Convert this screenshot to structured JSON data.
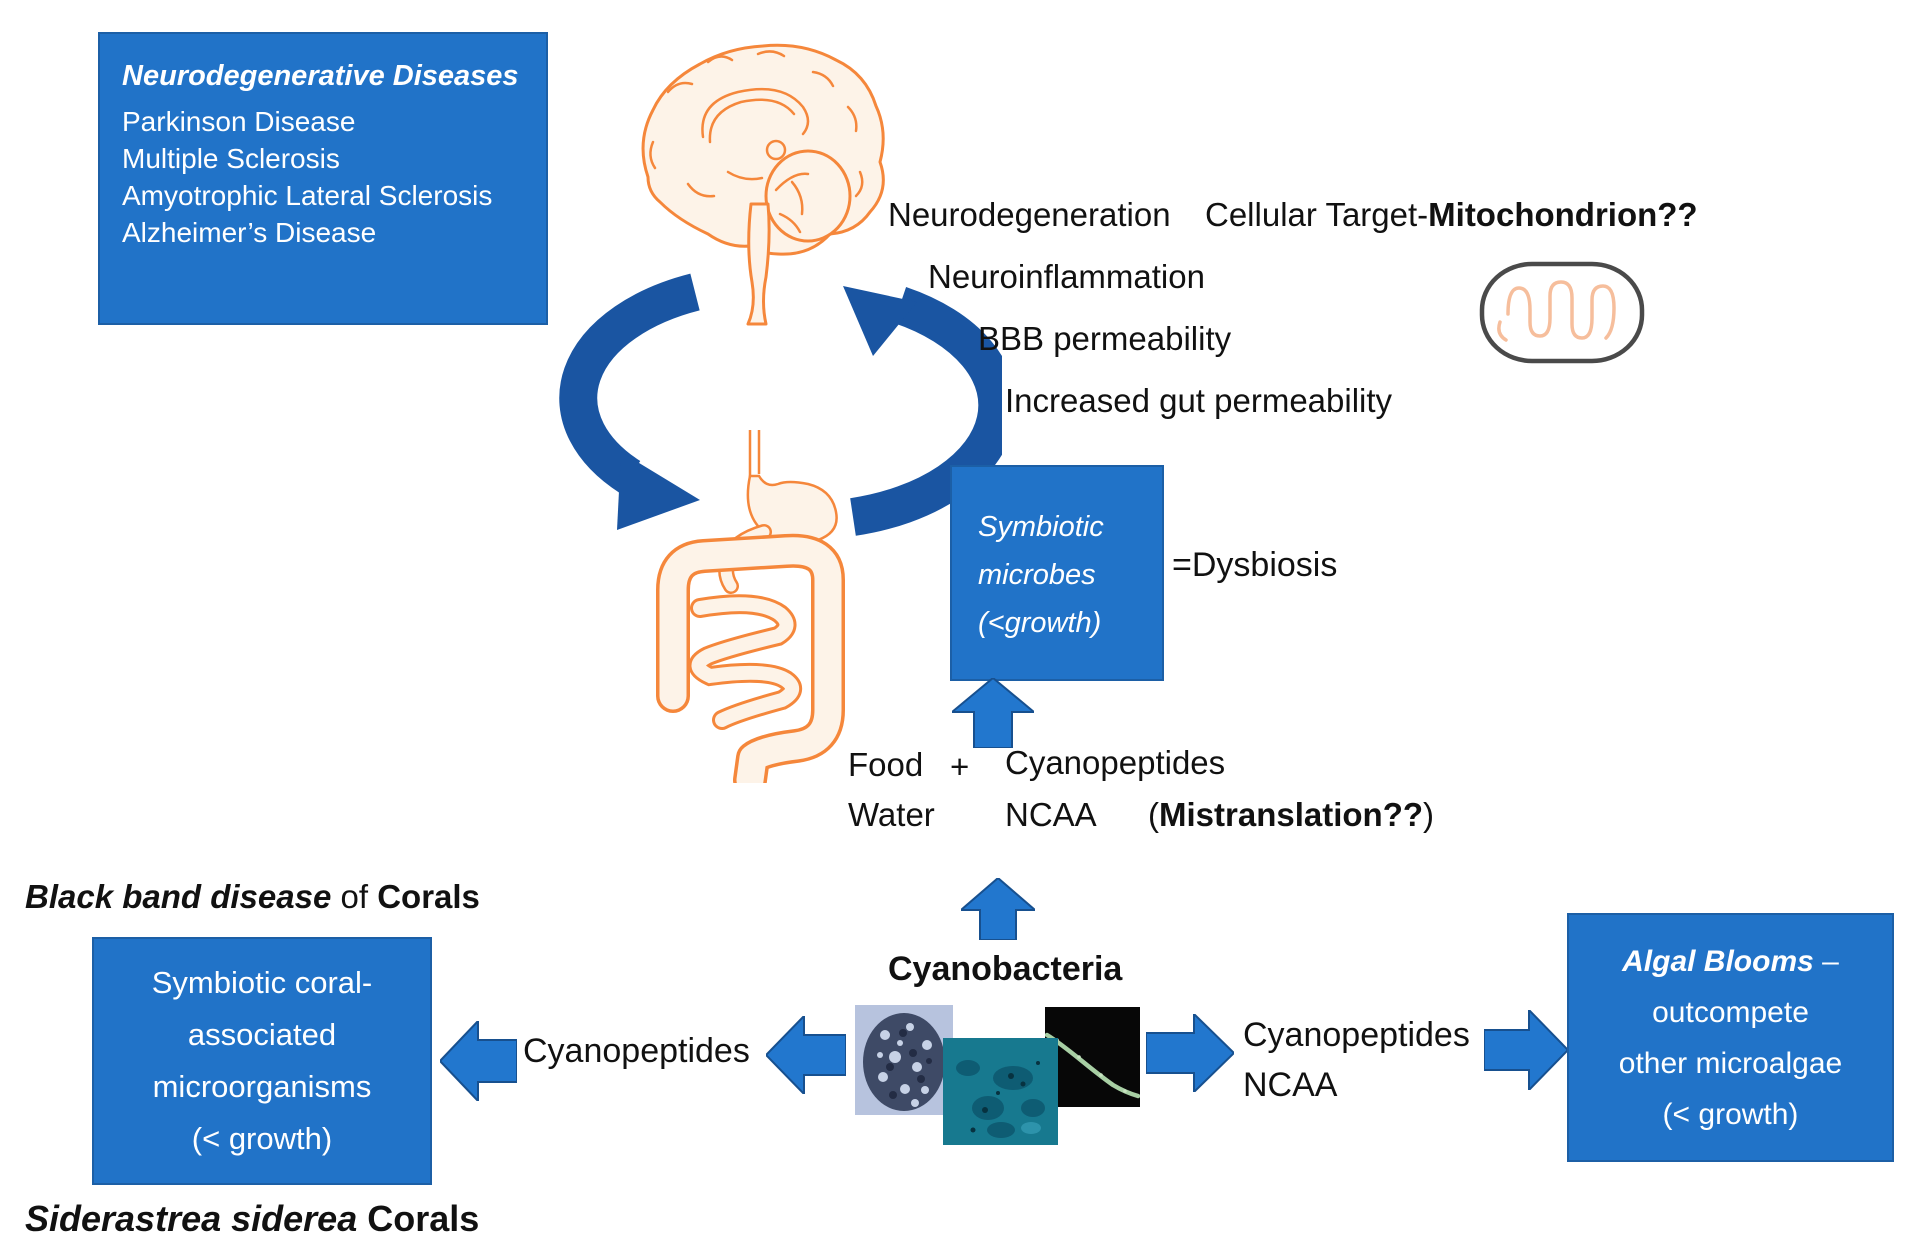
{
  "diagram": {
    "neuro_box": {
      "title": "Neurodegenerative Diseases",
      "items": [
        "Parkinson Disease",
        "Multiple Sclerosis",
        "Amyotrophic Lateral Sclerosis",
        "Alzheimer’s Disease"
      ]
    },
    "axis_labels": {
      "l1": "Neurodegeneration",
      "l2": "Neuroinflammation",
      "l3": "BBB permeability",
      "l4": "Increased gut permeability"
    },
    "cellular_target": {
      "prefix": "Cellular Target-",
      "target": "Mitochondrion??"
    },
    "symbiotic_box": {
      "l1": "Symbiotic",
      "l2": "microbes",
      "l3": "(<growth)"
    },
    "dysbiosis": "=Dysbiosis",
    "exposure": {
      "food": "Food",
      "water": "Water",
      "plus": "+",
      "cyanopeptides": "Cyanopeptides",
      "ncaa": "NCAA",
      "paren_open": "(",
      "mistranslation": "Mistranslation??",
      "paren_close": ")"
    },
    "black_band": {
      "italic": "Black band disease",
      "of": "of",
      "corals": "Corals"
    },
    "coral_box": {
      "l1": "Symbiotic coral-",
      "l2": "associated",
      "l3": "microorganisms",
      "l4": "(< growth)"
    },
    "siderastrea": {
      "italic": "Siderastrea siderea",
      "rest": "Corals"
    },
    "cyanobacteria": {
      "label": "Cyanobacteria"
    },
    "left_branch": {
      "label": "Cyanopeptides"
    },
    "right_branch": {
      "l1": "Cyanopeptides",
      "l2": "NCAA"
    },
    "algal_box": {
      "title": "Algal Blooms",
      "dash": "–",
      "l2": "outcompete",
      "l3": "other microalgae",
      "l4": "(< growth)"
    },
    "colors": {
      "box_blue": "#2173C8",
      "box_border": "#1C5FA6",
      "arrow_blue": "#2277CE",
      "cycle_blue": "#1A55A2",
      "organ_orange": "#F5873B",
      "organ_fill": "#FDF3E8",
      "text_black": "#111111"
    }
  }
}
